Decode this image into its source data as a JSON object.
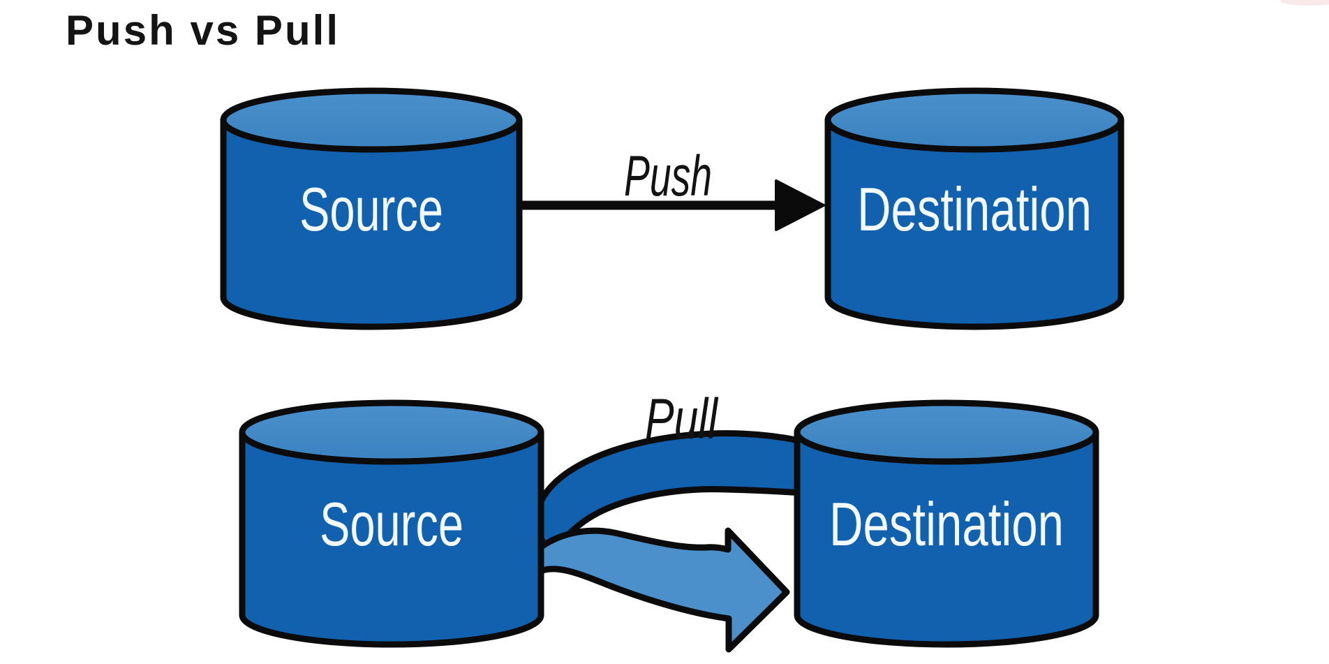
{
  "title": "Push vs Pull",
  "push_flow": {
    "source_label": "Source",
    "destination_label": "Destination",
    "arrow_label": "Push"
  },
  "pull_flow": {
    "source_label": "Source",
    "destination_label": "Destination",
    "arrow_label": "Pull"
  },
  "colors": {
    "cylinder_body": "#1161ae",
    "cylinder_top": "#3e87c5",
    "pull_return_band": "#4b90cb",
    "outline": "#0b0b0b",
    "label_text": "#f2f8fe",
    "title_text": "#141414",
    "background": "#ffffff"
  }
}
